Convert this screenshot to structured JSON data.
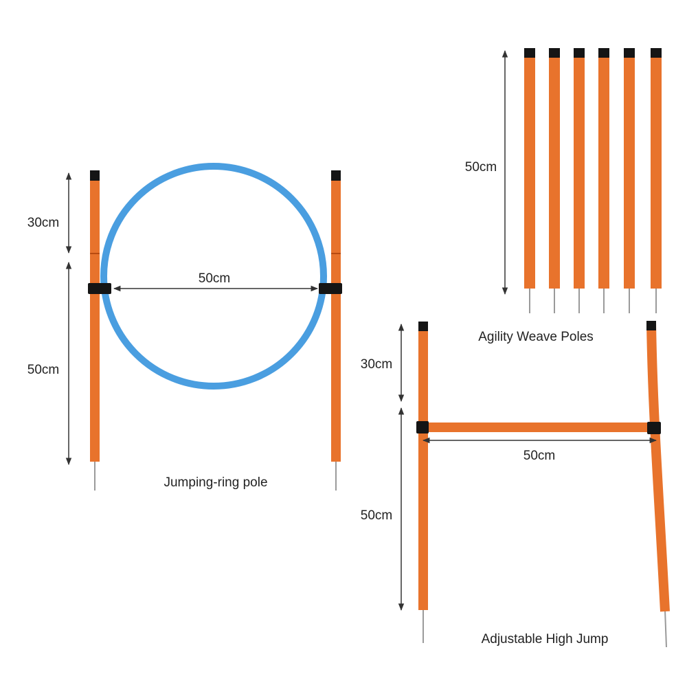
{
  "colors": {
    "pole": "#e8732c",
    "ring": "#4a9ee0",
    "cap": "#151515",
    "spike": "#9a9a9a",
    "arrow": "#333333"
  },
  "ring_assembly": {
    "caption": "Jumping-ring pole",
    "upper_height": "30cm",
    "lower_height": "50cm",
    "ring_width": "50cm"
  },
  "weave_poles": {
    "caption": "Agility Weave Poles",
    "height": "50cm",
    "count": 6
  },
  "high_jump": {
    "caption": "Adjustable High Jump",
    "upper_height": "30cm",
    "lower_height": "50cm",
    "bar_width": "50cm"
  }
}
